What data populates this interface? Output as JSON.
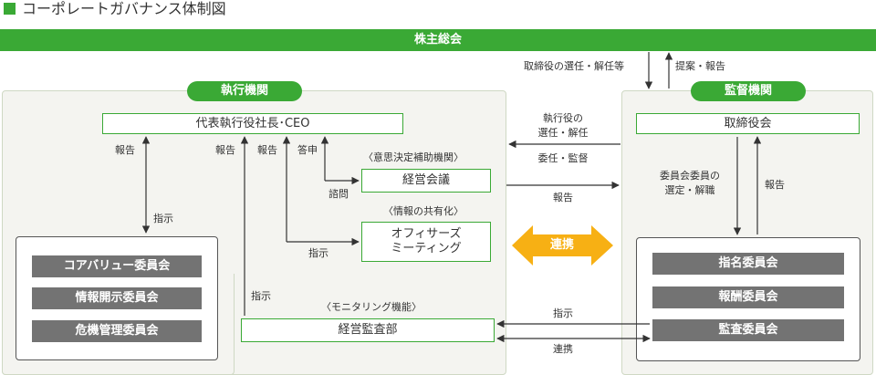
{
  "title": "コーポレートガバナンス体制図",
  "shareholders_meeting": "株主総会",
  "top_labels": {
    "elect_dismiss_directors": "取締役の選任・解任等",
    "proposal_report": "提案・報告"
  },
  "executive": {
    "header": "執行機関",
    "ceo": "代表執行役社長･CEO",
    "decision_support_caption": "〈意思決定補助機関〉",
    "management_meeting": "経営会議",
    "info_sharing_caption": "〈情報の共有化〉",
    "office_servers_line1": "オフィサーズ",
    "office_servers_line2": "ミーティング",
    "committees": [
      "コアバリュー委員会",
      "情報開示委員会",
      "危機管理委員会"
    ],
    "labels": {
      "report_left": "報告",
      "instruct_left": "指示",
      "report_mid1": "報告",
      "report_mid2": "報告",
      "answer": "答申",
      "consult": "諮問",
      "instruct_mid": "指示",
      "instruct_low": "指示"
    }
  },
  "monitoring": {
    "caption": "〈モニタリング機能〉",
    "audit_dept": "経営監査部"
  },
  "cooperation": "連携",
  "middle_labels": {
    "elect_dismiss_officers_line1": "執行役の",
    "elect_dismiss_officers_line2": "選任・解任",
    "delegate_supervise": "委任・監督",
    "report": "報告",
    "instruct": "指示",
    "coordinate": "連携"
  },
  "supervisory": {
    "header": "監督機関",
    "board": "取締役会",
    "committee_members_line1": "委員会委員の",
    "committee_members_line2": "選定・解職",
    "report": "報告",
    "committees": [
      "指名委員会",
      "報酬委員会",
      "監査委員会"
    ]
  },
  "colors": {
    "green": "#3aa935",
    "orange": "#f7b014",
    "grey": "#737373",
    "panel": "#f4f4f0"
  }
}
